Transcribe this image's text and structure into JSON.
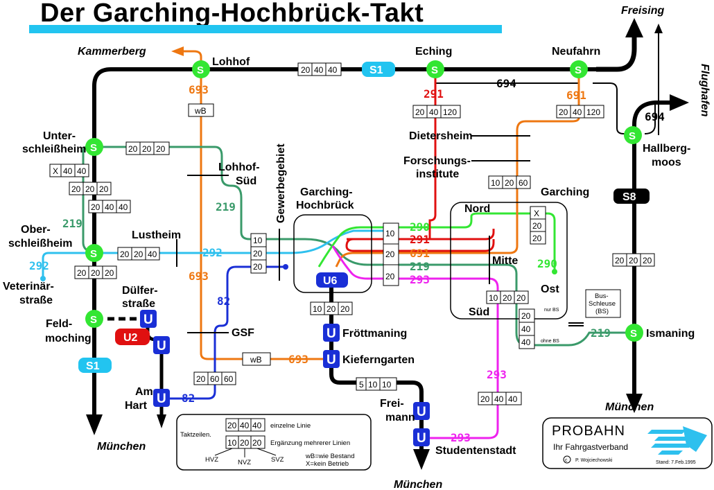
{
  "title": "Der Garching-Hochbrück-Takt",
  "colors": {
    "s_bahn": "#000000",
    "s_station": "#33e633",
    "u_station": "#1a2fd6",
    "line_219": "#3a9a6a",
    "line_290": "#33e633",
    "line_291": "#e01010",
    "line_292": "#2ec0ee",
    "line_293": "#ee22ee",
    "line_693": "#ee7711",
    "line_82": "#1a2fd6",
    "title_bar": "#22c4f0"
  },
  "destinations": {
    "kammerberg": "Kammerberg",
    "freising": "Freising",
    "flughafen": "Flughafen",
    "muenchen_s1": "München",
    "muenchen_u6": "München",
    "muenchen_s8": "München"
  },
  "stations": {
    "lohhof": "Lohhof",
    "eching": "Eching",
    "neufahrn": "Neufahrn",
    "hallbergmoos_1": "Hallberg-",
    "hallbergmoos_2": "moos",
    "unterschleissheim_1": "Unter-",
    "unterschleissheim_2": "schleißheim",
    "oberschleissheim_1": "Ober-",
    "oberschleissheim_2": "schleißheim",
    "feldmoching_1": "Feld-",
    "feldmoching_2": "moching",
    "ismaning": "Ismaning",
    "froettmaning": "Fröttmaning",
    "kieferngarten": "Kieferngarten",
    "freimann_1": "Frei-",
    "freimann_2": "mann",
    "studentenstadt": "Studentenstadt",
    "duelferstrasse_1": "Dülfer-",
    "duelferstrasse_2": "straße",
    "am_hart_1": "Am",
    "am_hart_2": "Hart"
  },
  "places": {
    "lohhof_sued_1": "Lohhof-",
    "lohhof_sued_2": "Süd",
    "gewerbegebiet": "Gewerbegebiet",
    "garching_hochbrueck_1": "Garching-",
    "garching_hochbrueck_2": "Hochbrück",
    "dietersheim": "Dietersheim",
    "forschungsinstitute_1": "Forschungs-",
    "forschungsinstitute_2": "institute",
    "garching": "Garching",
    "nord": "Nord",
    "mitte": "Mitte",
    "sued": "Süd",
    "ost": "Ost",
    "lustheim": "Lustheim",
    "veterinaerstrasse_1": "Veterinär-",
    "veterinaerstrasse_2": "straße",
    "gsf": "GSF",
    "bus_schleuse_1": "Bus-",
    "bus_schleuse_2": "Schleuse",
    "bus_schleuse_3": "(BS)",
    "nur_bs": "nur BS",
    "ohne_bs": "ohne BS"
  },
  "line_badges": {
    "s1_top": "S1",
    "s1_left": "S1",
    "s8": "S8",
    "u6": "U6",
    "u2": "U2"
  },
  "line_numbers": {
    "n693_lohhof": "693",
    "n693_mid": "693",
    "n693_kiefern": "693",
    "n691_neufahrn": "691",
    "n691_garching": "691",
    "n291_eching": "291",
    "n291_garching": "291",
    "n694_top": "694",
    "n694_right": "694",
    "n219_lohhof": "219",
    "n219_left": "219",
    "n219_garching": "219",
    "n219_ismaning": "219",
    "n292_veterinaer": "292",
    "n292_mid": "292",
    "n82_upper": "82",
    "n82_lower": "82",
    "n290_garching": "290",
    "n290_ost": "290",
    "n293_garching": "293",
    "n293_right": "293",
    "n293_student": "293"
  },
  "timetable_boxes": {
    "lohhof_s1": [
      "20",
      "40",
      "40"
    ],
    "eching_291": [
      "20",
      "40",
      "120"
    ],
    "neufahrn_691": [
      "20",
      "40",
      "120"
    ],
    "unterschleissheim_219": [
      "20",
      "20",
      "20"
    ],
    "unterschleissheim_a": [
      "X",
      "40",
      "40"
    ],
    "unterschleissheim_b": [
      "20",
      "20",
      "20"
    ],
    "unterschleissheim_c": [
      "20",
      "40",
      "40"
    ],
    "oberschleissheim_292": [
      "20",
      "20",
      "40"
    ],
    "oberschleissheim_s1": [
      "20",
      "20",
      "20"
    ],
    "hochbrueck_west": [
      "10",
      "20",
      "20"
    ],
    "hochbrueck_east": [
      "10",
      "20",
      "20"
    ],
    "u6_below": [
      "10",
      "20",
      "20"
    ],
    "dietersheim_box": [
      "10",
      "20",
      "60"
    ],
    "garching_ost": [
      "X",
      "20",
      "20"
    ],
    "garching_sued": [
      "10",
      "20",
      "20"
    ],
    "s8_box": [
      "20",
      "20",
      "20"
    ],
    "ismaning_box": [
      "20",
      "40",
      "40"
    ],
    "am_hart_82": [
      "20",
      "60",
      "60"
    ],
    "freimann_u6": [
      "5",
      "10",
      "10"
    ],
    "s293_box": [
      "20",
      "40",
      "40"
    ],
    "wb_lohhof": "wB",
    "wb_kiefern": "wB"
  },
  "legend": {
    "taktzeilen": "Taktzeilen.",
    "box1": [
      "20",
      "40",
      "40"
    ],
    "box1_text": "einzelne Linie",
    "box2": [
      "10",
      "20",
      "20"
    ],
    "box2_text": "Ergänzung mehrerer Linien",
    "hvz": "HVZ",
    "nvz": "NVZ",
    "svz": "SVZ",
    "wb_note": "wB=wie Bestand",
    "x_note": "X=kein Betrieb"
  },
  "probahn": {
    "name": "PROBAHN",
    "subtitle": "Ihr Fahrgastverband",
    "author": "P. Wojciechowski",
    "date": "Stand: 7.Feb.1995"
  }
}
